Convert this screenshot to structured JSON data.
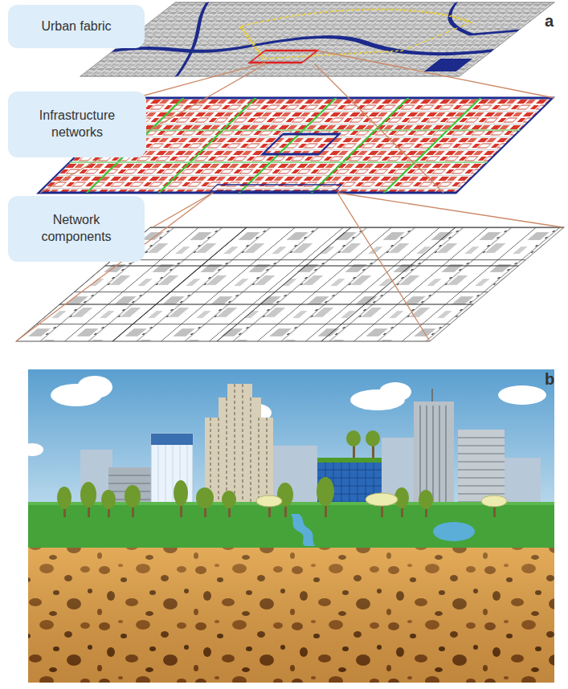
{
  "diagram": {
    "nodes": [
      {
        "text": [
          "Urban fabric"
        ]
      },
      {
        "text": [
          "Infrastructure networks"
        ]
      },
      {
        "text": [
          "Network components"
        ]
      }
    ],
    "labels": [
      "a",
      "b"
    ]
  }
}
